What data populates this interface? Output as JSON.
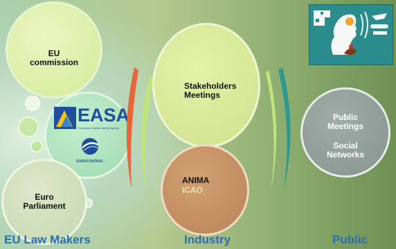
{
  "circles": {
    "eu_commission": "EU\ncommission",
    "euro_parliament": "Euro\nParliament",
    "stakeholders": "Stakeholders\nMeetings",
    "anima": "ANIMA",
    "icao": "ICAO",
    "public_meetings": "Public\nMeetings",
    "social_networks": "Social\nNetworks"
  },
  "logos": {
    "easa_name": "EASA",
    "easa_full": "European Aviation Safety Agency",
    "eurocontrol": "EUROCONTROL"
  },
  "group_labels": {
    "law_makers": "EU Law Makers",
    "industry": "Industry",
    "public": "Public"
  },
  "colors": {
    "label_blue": "#2a6fb0",
    "circle_green": "#d9ee9f",
    "circle_orange": "#c08e60",
    "circle_gray": "#8f9c98",
    "bracket_orange": "#e8673a",
    "bracket_green": "#bfe57a",
    "bracket_teal": "#2f9a8c"
  }
}
